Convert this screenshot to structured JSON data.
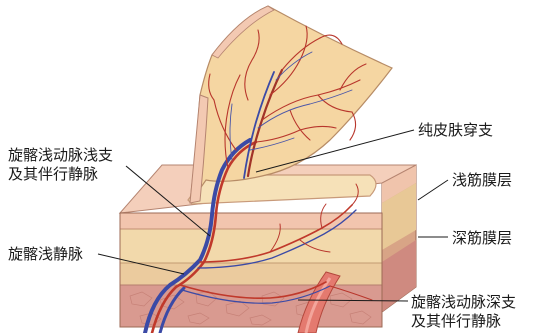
{
  "labels": {
    "superficial_circumflex_iliac_artery_superficial_branch": [
      "旋髂浅动脉浅支",
      "及其伴行静脉"
    ],
    "superficial_circumflex_iliac_vein": "旋髂浅静脉",
    "pure_skin_perforator": "纯皮肤穿支",
    "superficial_fascia_layer": "浅筋膜层",
    "deep_fascia_layer": "深筋膜层",
    "superficial_circumflex_iliac_artery_deep_branch": [
      "旋髂浅动脉深支",
      "及其伴行静脉"
    ]
  },
  "colors": {
    "skin_flap": "#f6d9a6",
    "skin_surface": "#f3cbb5",
    "fat_layer": "#f1d7a6",
    "fascia_layer": "#e9c99c",
    "muscle_layer": "#d9998f",
    "artery": "#c0392b",
    "vein": "#3b4aa6",
    "leader_line": "#1a1a1a"
  }
}
